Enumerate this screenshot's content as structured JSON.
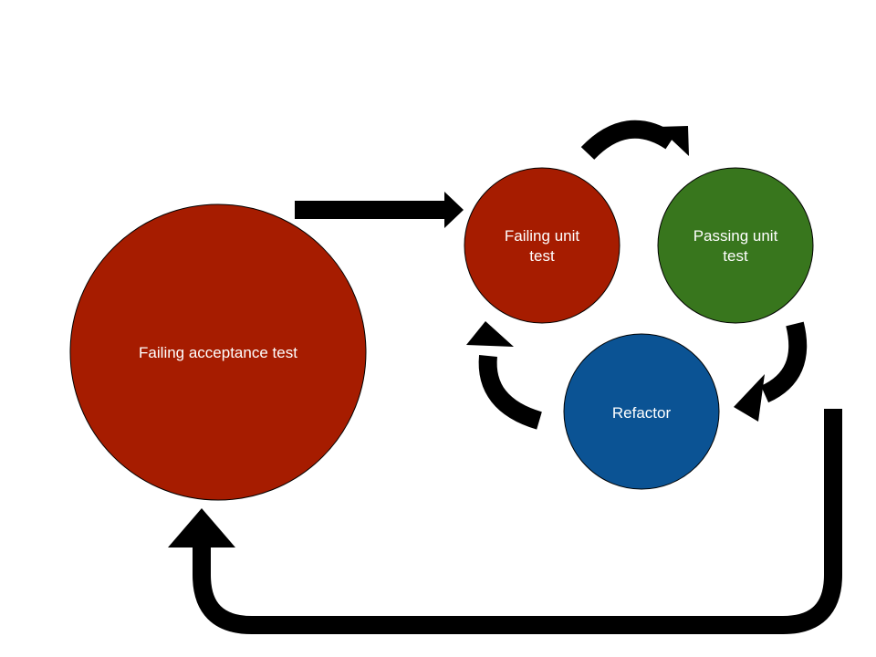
{
  "nodes": {
    "acceptance": {
      "label": "Failing acceptance test",
      "color": "#a61c00"
    },
    "failing_unit": {
      "label_line1": "Failing unit",
      "label_line2": "test",
      "color": "#a61c00"
    },
    "passing_unit": {
      "label_line1": "Passing unit",
      "label_line2": "test",
      "color": "#38761d"
    },
    "refactor": {
      "label": "Refactor",
      "color": "#0b5394"
    }
  },
  "arrow_color": "#000000",
  "outline_color": "#000000"
}
